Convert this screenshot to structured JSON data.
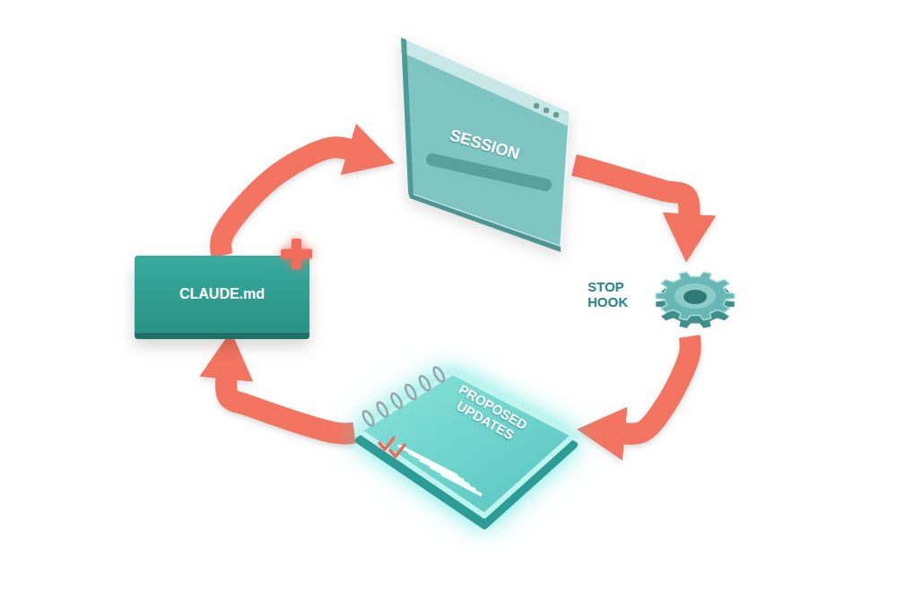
{
  "diagram": {
    "nodes": [
      {
        "text": [
          "SESSION"
        ]
      },
      {
        "text": [
          "STOP HOOK"
        ]
      },
      {
        "text": [
          "PROPOSED UPDATES"
        ]
      },
      {
        "text": [
          "CLAUDE.md"
        ]
      }
    ],
    "edges": [
      {
        "from": 0,
        "to": 1,
        "arrow": "to"
      },
      {
        "from": 1,
        "to": 2,
        "arrow": "to"
      },
      {
        "from": 2,
        "to": 3,
        "arrow": "to"
      },
      {
        "from": 3,
        "to": 0,
        "arrow": "to"
      }
    ]
  }
}
